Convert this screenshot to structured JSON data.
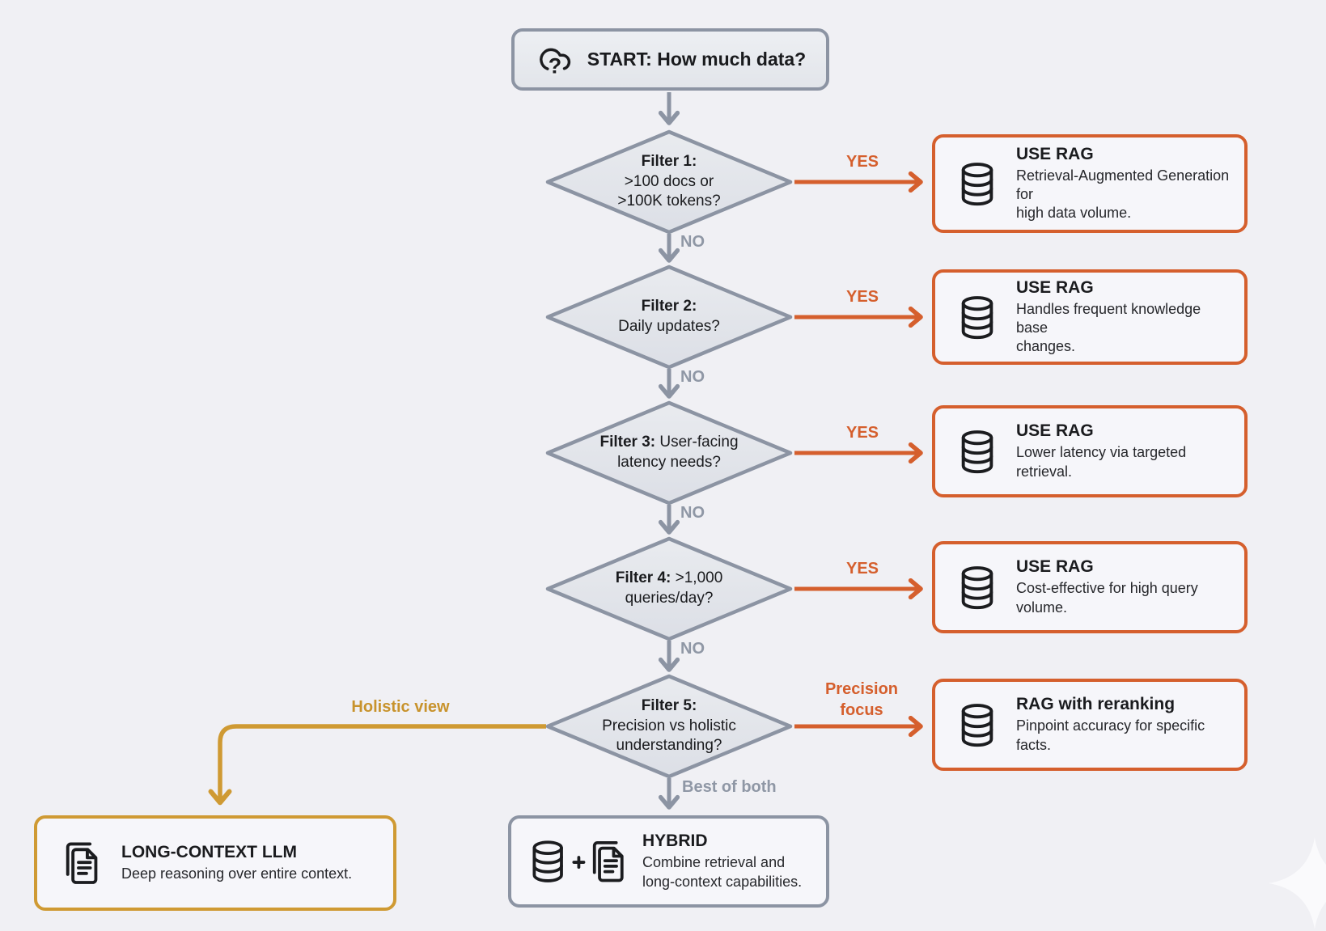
{
  "colors": {
    "gray_stroke": "#8C94A3",
    "orange": "#D55F2D",
    "gold": "#CF9A33",
    "background": "#F0F0F4",
    "node_fill": "#F6F6FA",
    "text": "#1A1B1E"
  },
  "start": {
    "label": "START: How much data?",
    "icon": "cloud-question-icon",
    "icon_glyph": "?"
  },
  "labels": {
    "yes": "YES",
    "no": "NO",
    "precision": "Precision\nfocus",
    "holistic": "Holistic view",
    "best": "Best of both"
  },
  "filters": [
    {
      "bold": "Filter 1:",
      "rest": "\n>100 docs or\n>100K tokens?"
    },
    {
      "bold": "Filter 2:",
      "rest": "\nDaily updates?"
    },
    {
      "bold": "Filter 3:",
      "rest": " User-facing\nlatency needs?"
    },
    {
      "bold": "Filter 4:",
      "rest": " >1,000\nqueries/day?"
    },
    {
      "bold": "Filter 5:",
      "rest": "\nPrecision vs holistic\nunderstanding?"
    }
  ],
  "outcomes": [
    {
      "title": "USE RAG",
      "desc": "Retrieval-Augmented Generation for\nhigh data volume.",
      "icon": "database-icon"
    },
    {
      "title": "USE RAG",
      "desc": "Handles frequent knowledge base\nchanges.",
      "icon": "database-icon"
    },
    {
      "title": "USE RAG",
      "desc": "Lower latency via targeted retrieval.",
      "icon": "database-icon"
    },
    {
      "title": "USE RAG",
      "desc": "Cost-effective for high query volume.",
      "icon": "database-icon"
    },
    {
      "title": "RAG with reranking",
      "desc": "Pinpoint accuracy for specific facts.",
      "icon": "database-icon"
    }
  ],
  "long_context": {
    "title": "LONG-CONTEXT LLM",
    "desc": "Deep reasoning over entire context.",
    "icon": "documents-icon"
  },
  "hybrid": {
    "title": "HYBRID",
    "desc": "Combine retrieval and\nlong-context capabilities.",
    "icon": "database-plus-documents-icon"
  }
}
